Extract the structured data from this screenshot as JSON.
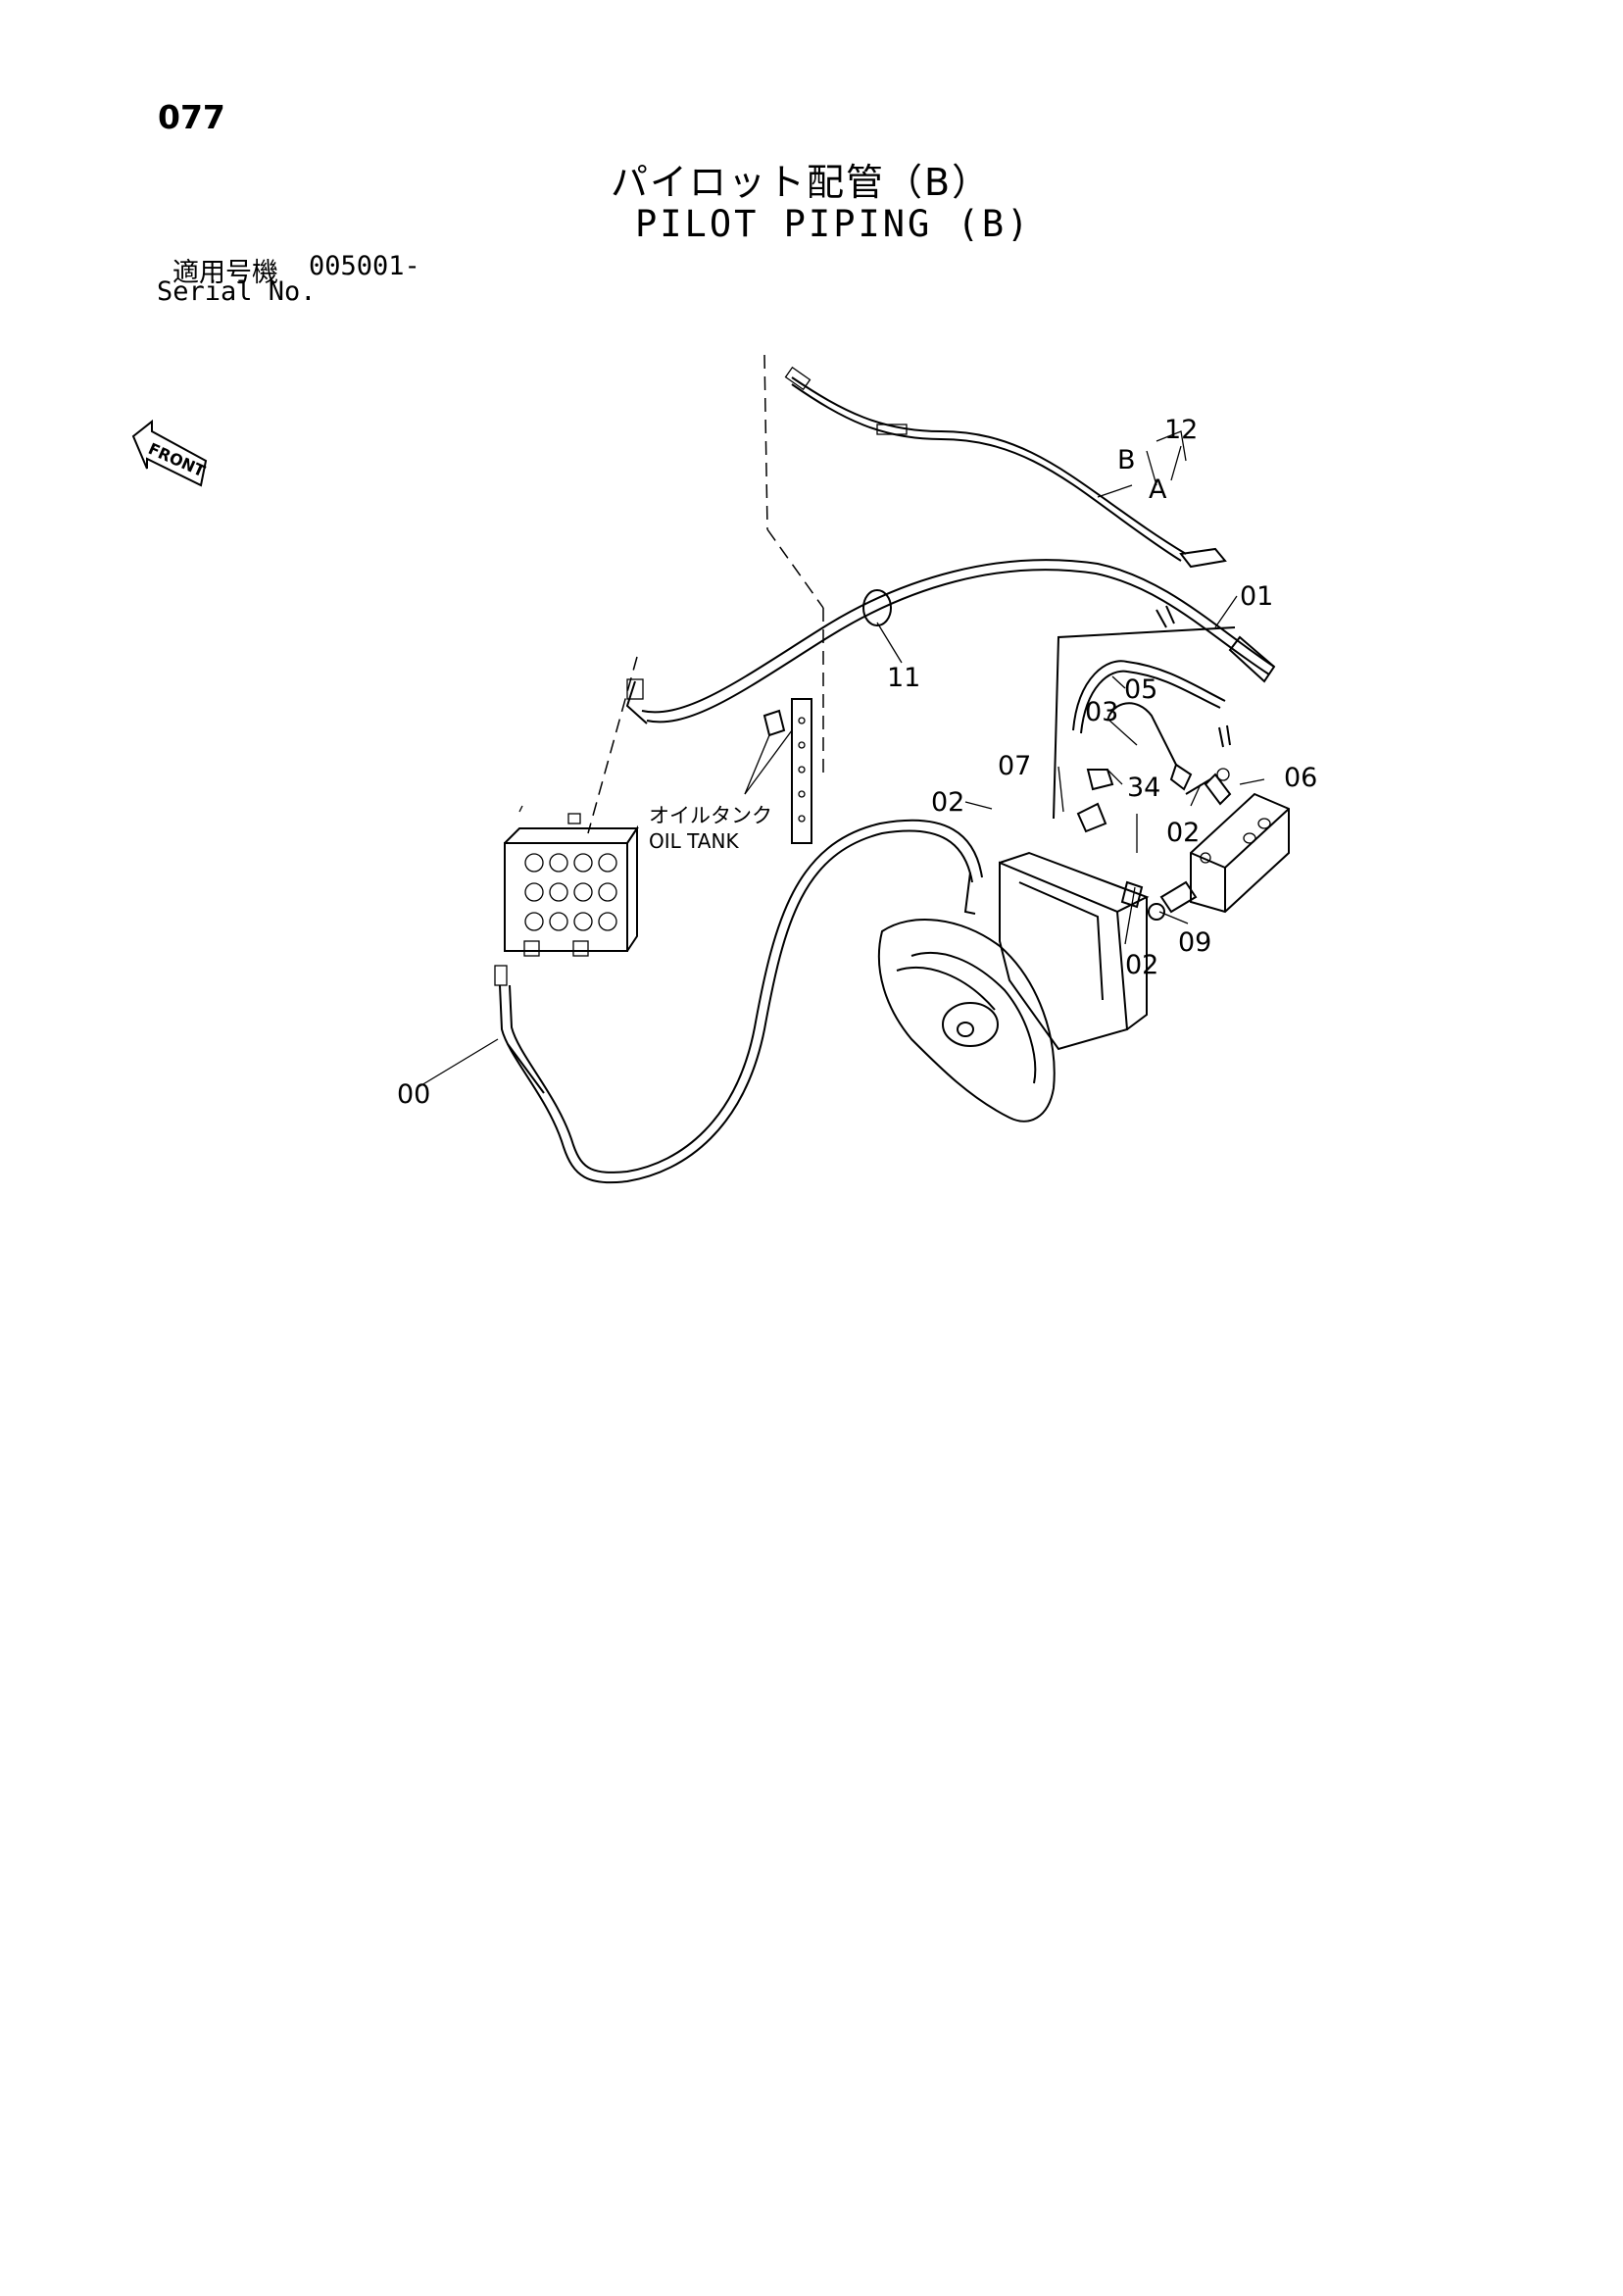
{
  "page_number": "077",
  "title_jp": "パイロット配管（B）",
  "title_en": "PILOT PIPING (B)",
  "serial": {
    "label_jp": "適用号機",
    "value": "005001-",
    "label_en": "Serial No."
  },
  "front_arrow": "FRONT",
  "oil_tank": {
    "label_jp": "オイルタンク",
    "label_en": "OIL TANK"
  },
  "callouts": {
    "c00": "00",
    "c01": "01",
    "c02_left": "02",
    "c02_mid": "02",
    "c02_right": "02",
    "c03": "03",
    "c05": "05",
    "c06": "06",
    "c07": "07",
    "c09": "09",
    "c11": "11",
    "c12": "12",
    "c34": "34",
    "hose_a": "A",
    "hose_b": "B"
  }
}
